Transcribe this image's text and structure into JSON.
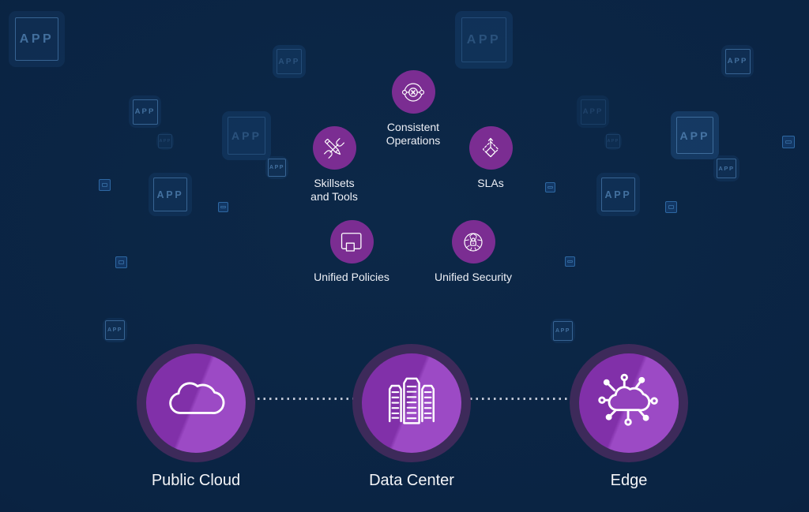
{
  "decor": {
    "app_label": "APP"
  },
  "capabilities": [
    {
      "id": "consistent-operations",
      "label": "Consistent\nOperations",
      "icon": "operations-hub-icon"
    },
    {
      "id": "skillsets-tools",
      "label": "Skillsets\nand Tools",
      "icon": "pencil-wrench-icon"
    },
    {
      "id": "slas",
      "label": "SLAs",
      "icon": "sla-diamond-arrow-icon"
    },
    {
      "id": "unified-policies",
      "label": "Unified Policies",
      "icon": "window-squares-icon"
    },
    {
      "id": "unified-security",
      "label": "Unified Security",
      "icon": "globe-lock-icon"
    }
  ],
  "environments": [
    {
      "id": "public-cloud",
      "label": "Public Cloud",
      "icon": "cloud-icon"
    },
    {
      "id": "data-center",
      "label": "Data Center",
      "icon": "server-racks-icon"
    },
    {
      "id": "edge",
      "label": "Edge",
      "icon": "edge-cloud-network-icon"
    }
  ],
  "colors": {
    "background": "#0a2342",
    "capability_circle": "#7b2d92",
    "environment_ring": "#3d2a5a",
    "environment_fill_dark": "#8130a9",
    "environment_fill_light": "#9c4ac5",
    "app_box_accent": "#609ad4",
    "label_text": "#f4f5f8",
    "connector_dots": "#bcc3d2"
  }
}
